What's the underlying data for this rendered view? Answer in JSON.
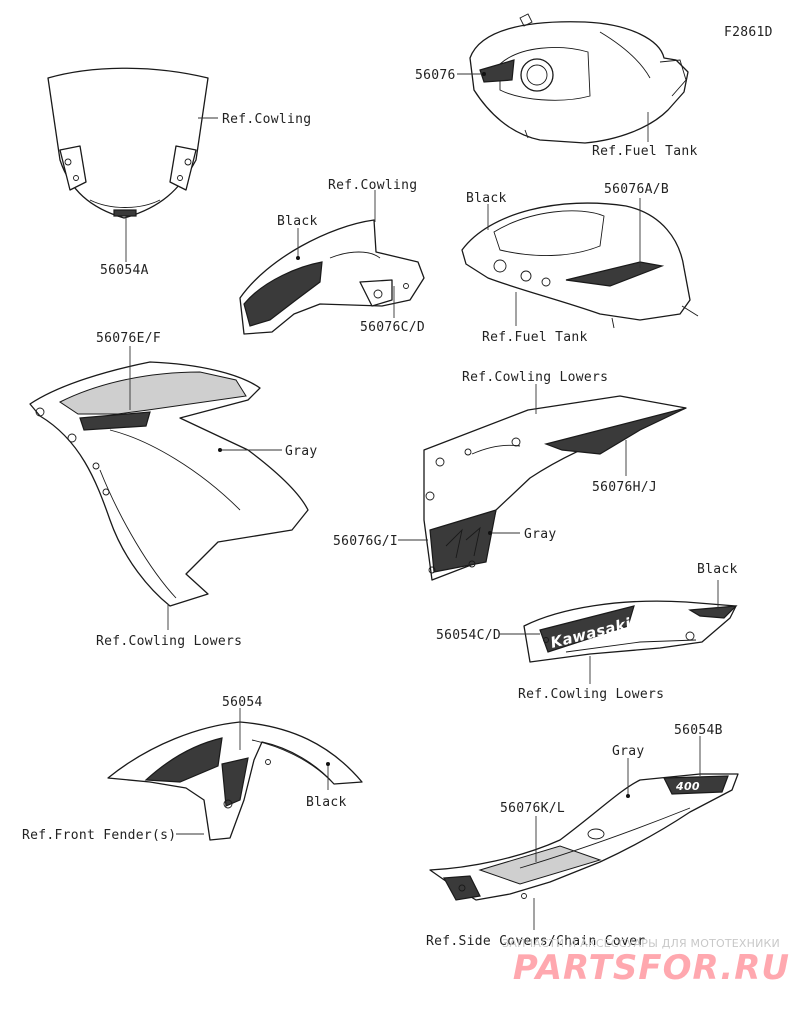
{
  "figure_code": "F2861D",
  "labels": {
    "tank_decal": "56076",
    "tank_ref": "Ref.Fuel Tank",
    "screen_ref": "Ref.Cowling",
    "screen_decal": "56054A",
    "upper_ref": "Ref.Cowling",
    "upper_black": "Black",
    "upper_decal": "56076C/D",
    "tank_side_black": "Black",
    "tank_side_decal": "56076A/B",
    "tank_side_ref": "Ref.Fuel Tank",
    "left_cowl_decal": "56076E/F",
    "left_cowl_gray": "Gray",
    "left_cowl_ref": "Ref.Cowling Lowers",
    "right_cowl_ref": "Ref.Cowling Lowers",
    "right_cowl_decal_h": "56076H/J",
    "right_cowl_gray": "Gray",
    "right_cowl_decal_g": "56076G/I",
    "lower_black": "Black",
    "lower_decal": "56054C/D",
    "lower_ref": "Ref.Cowling Lowers",
    "lower_logo": "Kawasaki",
    "fender_decal": "56054",
    "fender_black": "Black",
    "fender_ref": "Ref.Front Fender(s)",
    "side_decal_b": "56054B",
    "side_gray": "Gray",
    "side_decal_k": "56076K/L",
    "side_ref": "Ref.Side Covers/Chain Cover",
    "side_logo": "400"
  },
  "watermark": {
    "line1": "ЗАПЧАСТИ И АКСЕССУАРЫ ДЛЯ МОТОТЕХНИКИ",
    "line2": "PARTSFOR.RU"
  },
  "colors": {
    "ink": "#1a1a1a",
    "watermark": "#ff9aa2"
  }
}
